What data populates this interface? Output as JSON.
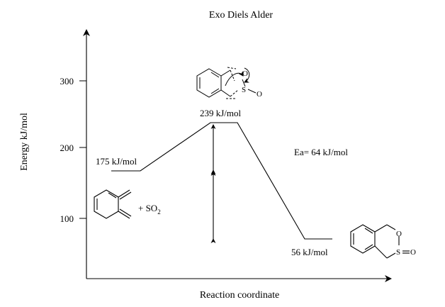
{
  "title": "Exo Diels Alder",
  "y_axis_label": "Energy kJ/mol",
  "x_axis_label": "Reaction coordinate",
  "y_ticks": [
    "300",
    "200",
    "100"
  ],
  "reactant_energy_label": "175 kJ/mol",
  "transition_state_label": "239 kJ/mol",
  "product_energy_label": "56 kJ/mol",
  "activation_energy_label": "Ea= 64 kJ/mol",
  "reactant_text": {
    "plus_so": "+ SO",
    "subscript": "2"
  },
  "atom_labels": {
    "ts_oxygen": "O",
    "ts_sulfur": "S",
    "ts_sulfur_oxygen": "O",
    "product_oxygen": "O",
    "product_sulfur": "S",
    "product_sulfur_oxygen": "O"
  },
  "profile_levels": {
    "reactant_kj_mol": 175,
    "transition_state_kj_mol": 239,
    "product_kj_mol": 56,
    "activation_energy_kj_mol": 64
  }
}
